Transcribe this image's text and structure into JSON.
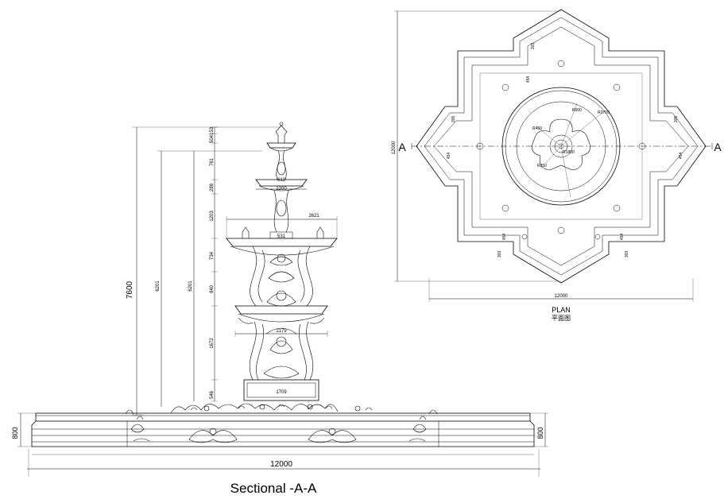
{
  "section": {
    "title": "Sectional -A-A",
    "overall_width": "12000",
    "base_height_left": "800",
    "base_height_right": "800",
    "total_height": "7600",
    "height_2": "6201",
    "height_3": "6201",
    "stack_dims": [
      "153",
      "504",
      "761",
      "288",
      "1203",
      "734",
      "840",
      "1672",
      "546"
    ],
    "tier_widths": {
      "top": "612",
      "second": "1200",
      "third": "2621",
      "neck": "531",
      "lower": "2179",
      "plinth": "1709"
    }
  },
  "plan": {
    "title": "PLAN",
    "subtitle": "平面图",
    "width": "12000",
    "height": "12000",
    "section_mark": "A",
    "radii": [
      "R2700",
      "R600",
      "R450",
      "R250",
      "R1800"
    ],
    "step_dims": [
      "303",
      "454",
      "305"
    ]
  },
  "icons": {
    "fountain": "fountain-elevation",
    "plan_star": "star-plan"
  }
}
